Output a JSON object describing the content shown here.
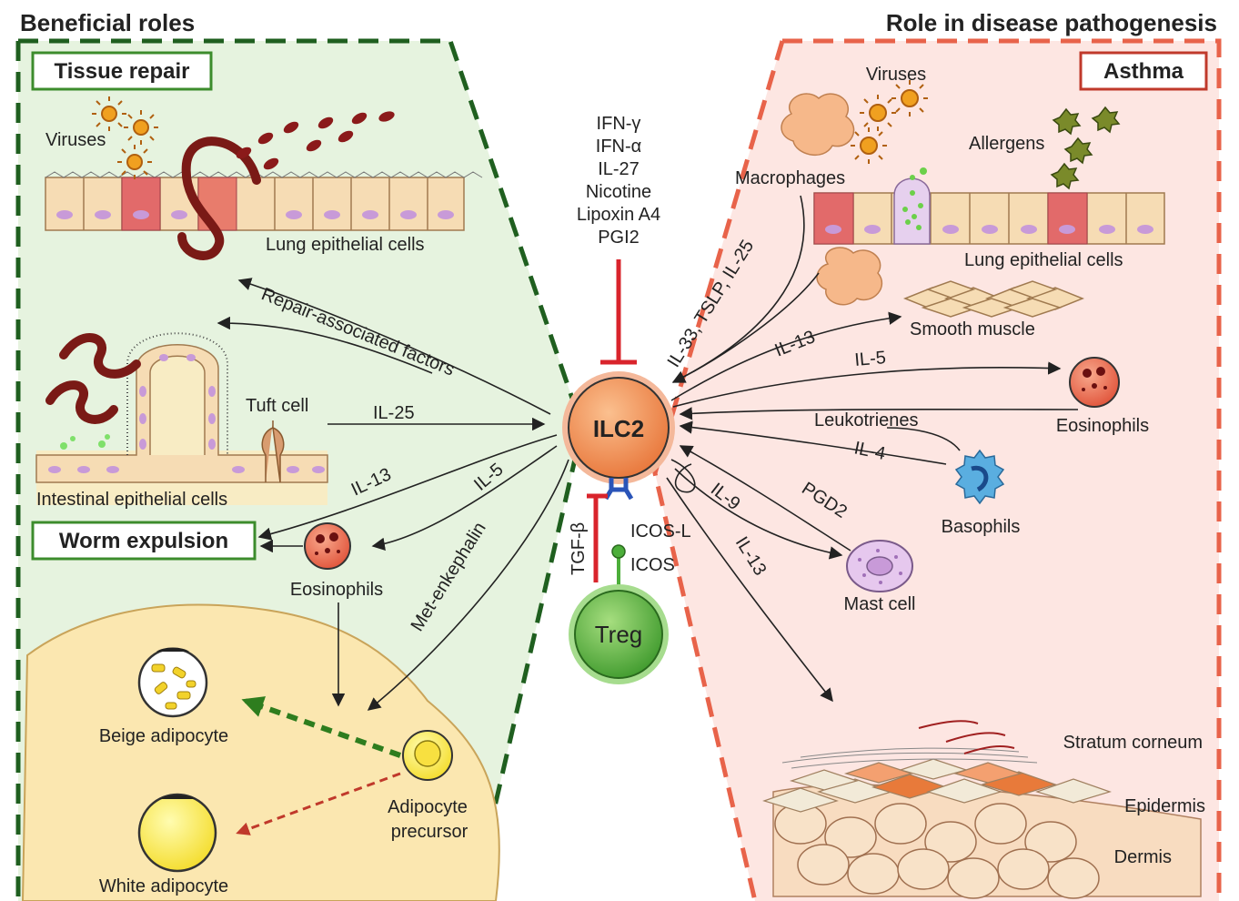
{
  "headers": {
    "left": "Beneficial roles",
    "right": "Role in disease pathogenesis"
  },
  "boxes": {
    "tissue_repair": "Tissue repair",
    "worm_expulsion": "Worm expulsion",
    "asthma": "Asthma"
  },
  "cells": {
    "ilc2": "ILC2",
    "treg": "Treg"
  },
  "inhibitors": [
    "IFN-γ",
    "IFN-α",
    "IL-27",
    "Nicotine",
    "Lipoxin A4",
    "PGI2"
  ],
  "left_labels": {
    "viruses": "Viruses",
    "lung_epithelial": "Lung epithelial cells",
    "repair_factors": "Repair-associated factors",
    "tuft_cell": "Tuft cell",
    "il25": "IL-25",
    "intestinal_epithelial": "Intestinal epithelial cells",
    "il13": "IL-13",
    "il5": "IL-5",
    "eosinophils": "Eosinophils",
    "met_enkephalin": "Met-enkephalin",
    "beige_adipocyte": "Beige adipocyte",
    "white_adipocyte": "White adipocyte",
    "adipocyte_precursor_1": "Adipocyte",
    "adipocyte_precursor_2": "precursor"
  },
  "center_labels": {
    "tgfb": "TGF-β",
    "icosl": "ICOS-L",
    "icos": "ICOS"
  },
  "right_labels": {
    "viruses": "Viruses",
    "macrophages": "Macrophages",
    "allergens": "Allergens",
    "lung_epithelial": "Lung epithelial cells",
    "il33": "IL-33, TSLP, IL-25",
    "smooth_muscle": "Smooth muscle",
    "il13a": "IL-13",
    "il5": "IL-5",
    "eosinophils": "Eosinophils",
    "leukotrienes": "Leukotrienes",
    "il4": "IL-4",
    "basophils": "Basophils",
    "pgd2": "PGD2",
    "il9": "IL-9",
    "mast_cell": "Mast cell",
    "il13b": "IL-13",
    "stratum": "Stratum corneum",
    "epidermis": "Epidermis",
    "dermis": "Dermis"
  },
  "colors": {
    "green_dash": "#1f5f1f",
    "red_dash": "#e8634a",
    "left_bg": "#e6f3df",
    "right_bg": "#fde6e2",
    "ilc2": "#f08a4b",
    "treg": "#4cae3a",
    "inhibit": "#d9242c"
  }
}
